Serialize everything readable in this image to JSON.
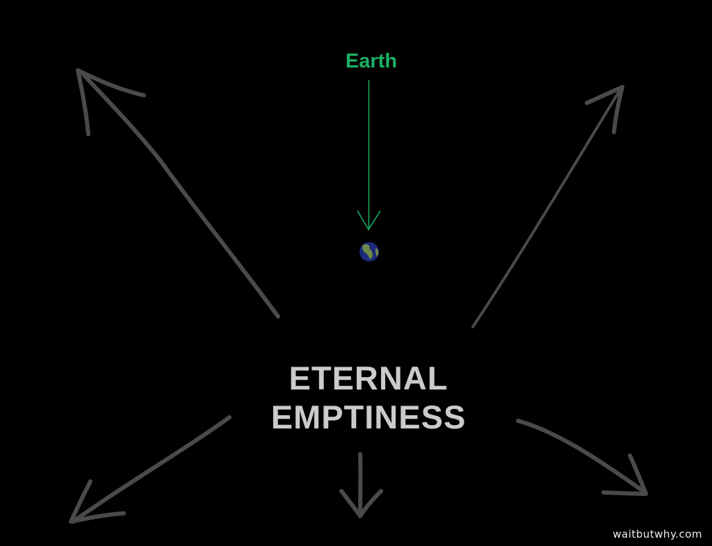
{
  "labels": {
    "earth": "Earth",
    "title_line1": "ETERNAL",
    "title_line2": "EMPTINESS"
  },
  "watermark": "waitbutwhy.com",
  "colors": {
    "background": "#000000",
    "earth_label": "#1db264",
    "arrows": "#4a4a4a",
    "title": "#cbcbcb"
  }
}
